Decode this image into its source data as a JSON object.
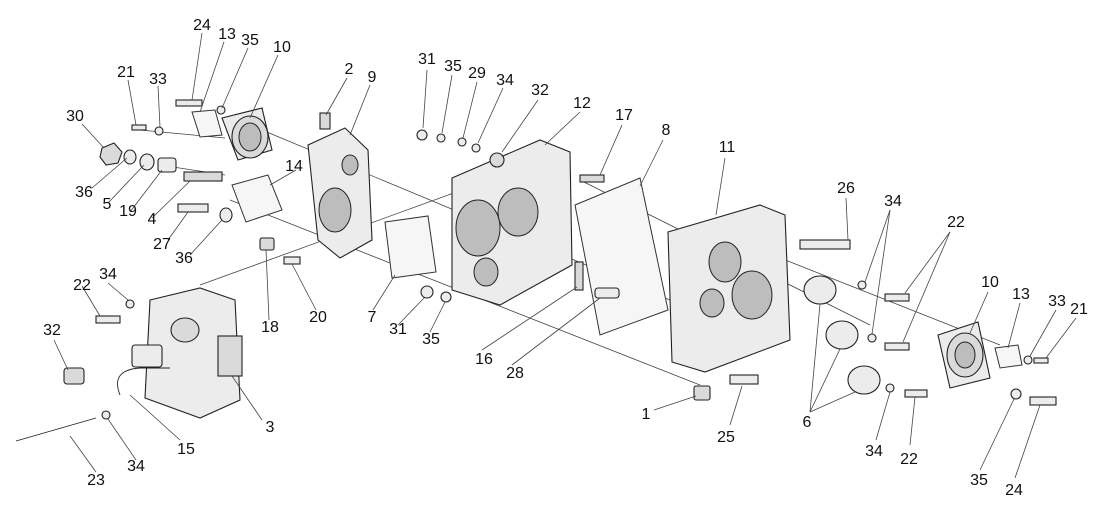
{
  "callouts": [
    {
      "id": "c-24a",
      "text": "24",
      "color": "#111111"
    },
    {
      "id": "c-13a",
      "text": "13",
      "color": "#111111"
    },
    {
      "id": "c-35a",
      "text": "35",
      "color": "#111111"
    },
    {
      "id": "c-10a",
      "text": "10",
      "color": "#111111"
    },
    {
      "id": "c-21a",
      "text": "21",
      "color": "#111111"
    },
    {
      "id": "c-33a",
      "text": "33",
      "color": "#111111"
    },
    {
      "id": "c-30",
      "text": "30",
      "color": "#111111"
    },
    {
      "id": "c-36a",
      "text": "36",
      "color": "#111111"
    },
    {
      "id": "c-5",
      "text": "5",
      "color": "#111111"
    },
    {
      "id": "c-19",
      "text": "19",
      "color": "#111111"
    },
    {
      "id": "c-4",
      "text": "4",
      "color": "#111111"
    },
    {
      "id": "c-27",
      "text": "27",
      "color": "#111111"
    },
    {
      "id": "c-36b",
      "text": "36",
      "color": "#111111"
    },
    {
      "id": "c-2",
      "text": "2",
      "color": "#111111"
    },
    {
      "id": "c-9",
      "text": "9",
      "color": "#111111"
    },
    {
      "id": "c-14",
      "text": "14",
      "color": "#111111"
    },
    {
      "id": "c-31a",
      "text": "31",
      "color": "#111111"
    },
    {
      "id": "c-35b",
      "text": "35",
      "color": "#111111"
    },
    {
      "id": "c-29",
      "text": "29",
      "color": "#111111"
    },
    {
      "id": "c-34a",
      "text": "34",
      "color": "#111111"
    },
    {
      "id": "c-32a",
      "text": "32",
      "color": "#111111"
    },
    {
      "id": "c-12",
      "text": "12",
      "color": "#111111"
    },
    {
      "id": "c-17",
      "text": "17",
      "color": "#111111"
    },
    {
      "id": "c-8",
      "text": "8",
      "color": "#111111"
    },
    {
      "id": "c-11",
      "text": "11",
      "color": "#111111"
    },
    {
      "id": "c-26",
      "text": "26",
      "color": "#111111"
    },
    {
      "id": "c-34b",
      "text": "34",
      "color": "#111111"
    },
    {
      "id": "c-22a",
      "text": "22",
      "color": "#111111"
    },
    {
      "id": "c-10b",
      "text": "10",
      "color": "#111111"
    },
    {
      "id": "c-13b",
      "text": "13",
      "color": "#111111"
    },
    {
      "id": "c-33b",
      "text": "33",
      "color": "#111111"
    },
    {
      "id": "c-21b",
      "text": "21",
      "color": "#111111"
    },
    {
      "id": "c-34c",
      "text": "34",
      "color": "#111111"
    },
    {
      "id": "c-22b",
      "text": "22",
      "color": "#111111"
    },
    {
      "id": "c-32b",
      "text": "32",
      "color": "#111111"
    },
    {
      "id": "c-18",
      "text": "18",
      "color": "#111111"
    },
    {
      "id": "c-20",
      "text": "20",
      "color": "#111111"
    },
    {
      "id": "c-7",
      "text": "7",
      "color": "#111111"
    },
    {
      "id": "c-31b",
      "text": "31",
      "color": "#111111"
    },
    {
      "id": "c-35c",
      "text": "35",
      "color": "#111111"
    },
    {
      "id": "c-16",
      "text": "16",
      "color": "#111111"
    },
    {
      "id": "c-28",
      "text": "28",
      "color": "#111111"
    },
    {
      "id": "c-3",
      "text": "3",
      "color": "#111111"
    },
    {
      "id": "c-15",
      "text": "15",
      "color": "#111111"
    },
    {
      "id": "c-23",
      "text": "23",
      "color": "#111111"
    },
    {
      "id": "c-34d",
      "text": "34",
      "color": "#111111"
    },
    {
      "id": "c-1",
      "text": "1",
      "color": "#111111"
    },
    {
      "id": "c-25",
      "text": "25",
      "color": "#111111"
    },
    {
      "id": "c-6",
      "text": "6",
      "color": "#111111"
    },
    {
      "id": "c-34e",
      "text": "34",
      "color": "#111111"
    },
    {
      "id": "c-22c",
      "text": "22",
      "color": "#111111"
    },
    {
      "id": "c-35d",
      "text": "35",
      "color": "#111111"
    },
    {
      "id": "c-24b",
      "text": "24",
      "color": "#111111"
    }
  ]
}
